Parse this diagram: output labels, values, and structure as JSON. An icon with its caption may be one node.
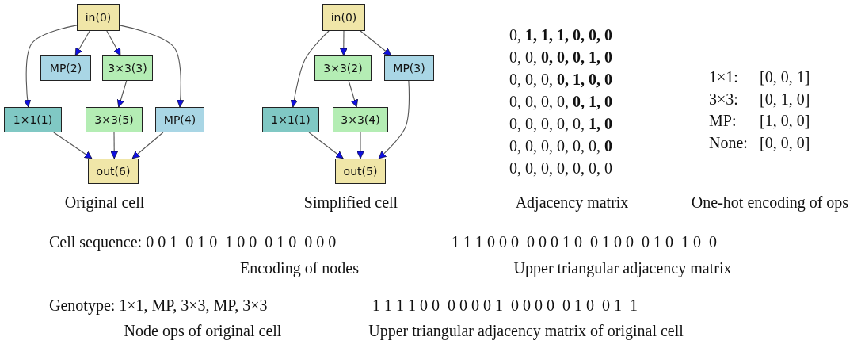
{
  "diagram": {
    "nodes": [
      {
        "text": [
          "in(0)"
        ]
      },
      {
        "text": [
          "1×1(1)"
        ]
      },
      {
        "text": [
          "MP(2)"
        ]
      },
      {
        "text": [
          "3×3(3)"
        ]
      },
      {
        "text": [
          "MP(4)"
        ]
      },
      {
        "text": [
          "3×3(5)"
        ]
      },
      {
        "text": [
          "out(6)"
        ]
      },
      {
        "text": [
          "in(0)"
        ]
      },
      {
        "text": [
          "1×1(1)"
        ]
      },
      {
        "text": [
          "3×3(2)"
        ]
      },
      {
        "text": [
          "MP(3)"
        ]
      },
      {
        "text": [
          "3×3(4)"
        ]
      },
      {
        "text": [
          "out(5)"
        ]
      }
    ],
    "edges": [
      {
        "from": 0,
        "to": 2,
        "arrow": "to"
      },
      {
        "from": 0,
        "to": 3,
        "arrow": "to"
      },
      {
        "from": 0,
        "to": 1,
        "arrow": "to"
      },
      {
        "from": 0,
        "to": 4,
        "arrow": "to"
      },
      {
        "from": 3,
        "to": 5,
        "arrow": "to"
      },
      {
        "from": 1,
        "to": 6,
        "arrow": "to"
      },
      {
        "from": 5,
        "to": 6,
        "arrow": "to"
      },
      {
        "from": 4,
        "to": 6,
        "arrow": "to"
      },
      {
        "from": 7,
        "to": 9,
        "arrow": "to"
      },
      {
        "from": 7,
        "to": 10,
        "arrow": "to"
      },
      {
        "from": 7,
        "to": 8,
        "arrow": "to"
      },
      {
        "from": 9,
        "to": 11,
        "arrow": "to"
      },
      {
        "from": 8,
        "to": 12,
        "arrow": "to"
      },
      {
        "from": 11,
        "to": 12,
        "arrow": "to"
      },
      {
        "from": 10,
        "to": 12,
        "arrow": "to"
      }
    ],
    "labels": [
      "Original cell",
      "Simplified cell",
      "0, **1, 1, 1, 0, 0, 0**",
      "0, 0, **0, 0, 0, 1, 0**",
      "0, 0, 0, **0, 1, 0, 0**",
      "0, 0, 0, 0, **0, 1, 0**",
      "0, 0, 0, 0, 0, **1, 0**",
      "0, 0, 0, 0, 0, 0, **0**",
      "0, 0, 0, 0, 0, 0, 0",
      "1×1:",
      "[0, 0, 1]",
      "3×3:",
      "[0, 1, 0]",
      "MP:",
      "[1, 0, 0]",
      "None:",
      "[0, 0, 0]",
      "Adjacency matrix",
      "One-hot encoding of ops",
      "Cell sequence: 0 0 1  0 1 0  1 0 0  0 1 0  0 0 0",
      "1 1 1 0 0 0  0 0 0 1 0  0 1 0 0  0 1 0  1 0  0",
      "Encoding of nodes",
      "Upper triangular adjacency matrix",
      "Genotype: 1×1, MP, 3×3, MP, 3×3",
      "1 1 1 1 0 0  0 0 0 0 1  0 0 0 0  0 1 0  0 1  1",
      "Node ops of original cell",
      "Upper triangular adjacency matrix of original cell"
    ]
  }
}
